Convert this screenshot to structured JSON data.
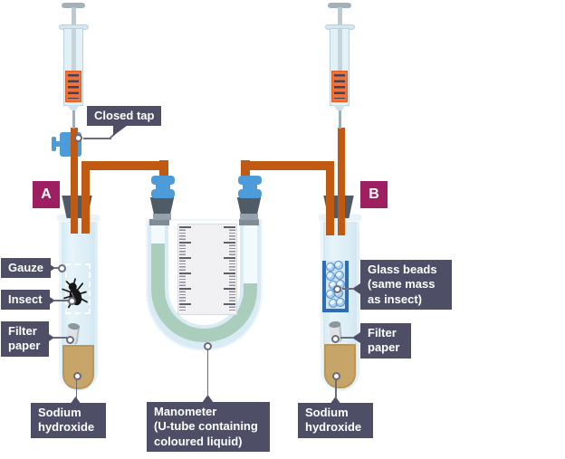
{
  "apparatus": {
    "badge_a": "A",
    "badge_b": "B",
    "closed_tap": "Closed tap",
    "tube_a_labels": {
      "gauze": "Gauze",
      "insect": "Insect",
      "filter_paper": "Filter\npaper",
      "sodium_hydroxide": "Sodium\nhydroxide"
    },
    "manometer_label": "Manometer\n(U-tube containing\ncoloured liquid)",
    "tube_b_labels": {
      "glass_beads": "Glass beads\n(same mass\nas insect)",
      "filter_paper": "Filter\npaper",
      "sodium_hydroxide": "Sodium\nhydroxide"
    },
    "colors": {
      "label_background": "#4e4e67",
      "badge_background": "#9e2063",
      "tube_orange": "#c05a13",
      "syringe_orange": "#f0713c",
      "tap_blue": "#4d9bd9",
      "glass_blue": "#dcedf5",
      "manometer_liquid_green": "#abcebc",
      "sodium_hydroxide_tan": "#c7a468"
    }
  }
}
